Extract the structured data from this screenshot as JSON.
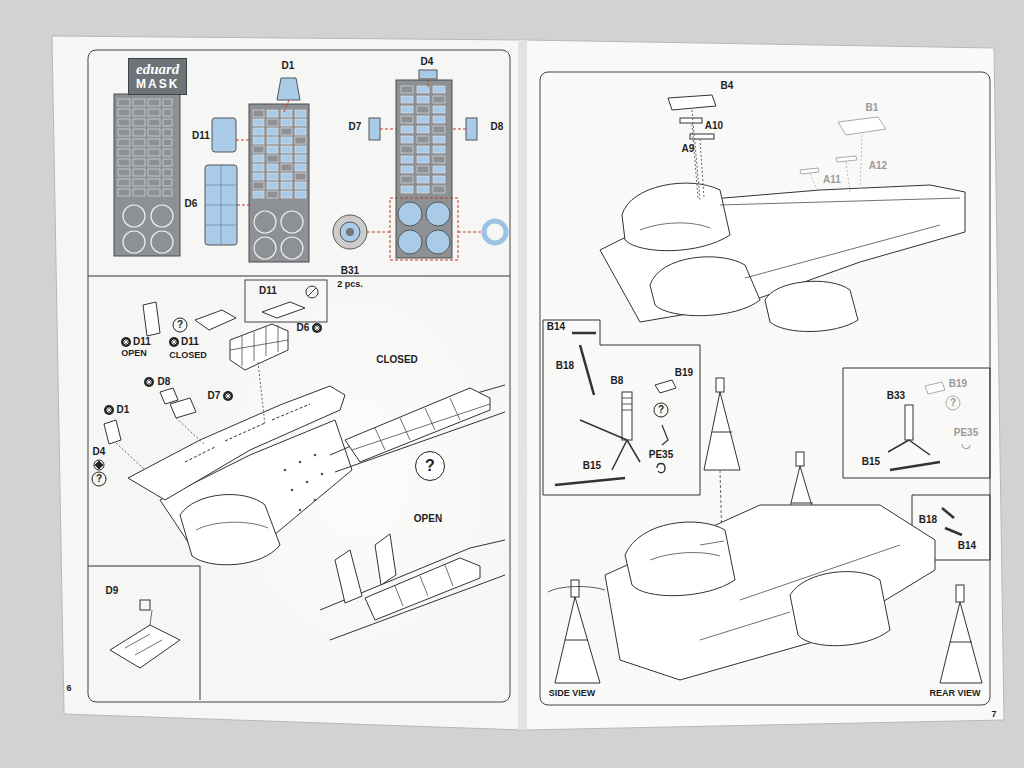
{
  "diagram": {
    "nodes": [
      {
        "text": [
          "eduard",
          "MASK"
        ]
      },
      {
        "text": [
          "?"
        ]
      }
    ],
    "labels": [
      "D1",
      "D4",
      "D11",
      "D7",
      "D8",
      "D6",
      "B31",
      "2 pcs.",
      "D11",
      "D11",
      "OPEN",
      "D11",
      "CLOSED",
      "?",
      "D6",
      "D8",
      "D7",
      "D1",
      "D4",
      "?",
      "CLOSED",
      "OPEN",
      "D9",
      "6",
      "B4",
      "A10",
      "A9",
      "B1",
      "A12",
      "A11",
      "B14",
      "B18",
      "B8",
      "B19",
      "?",
      "PE35",
      "B15",
      "B19",
      "B33",
      "?",
      "PE35",
      "B15",
      "B18",
      "B14",
      "SIDE VIEW",
      "REAR VIEW",
      "7"
    ]
  }
}
